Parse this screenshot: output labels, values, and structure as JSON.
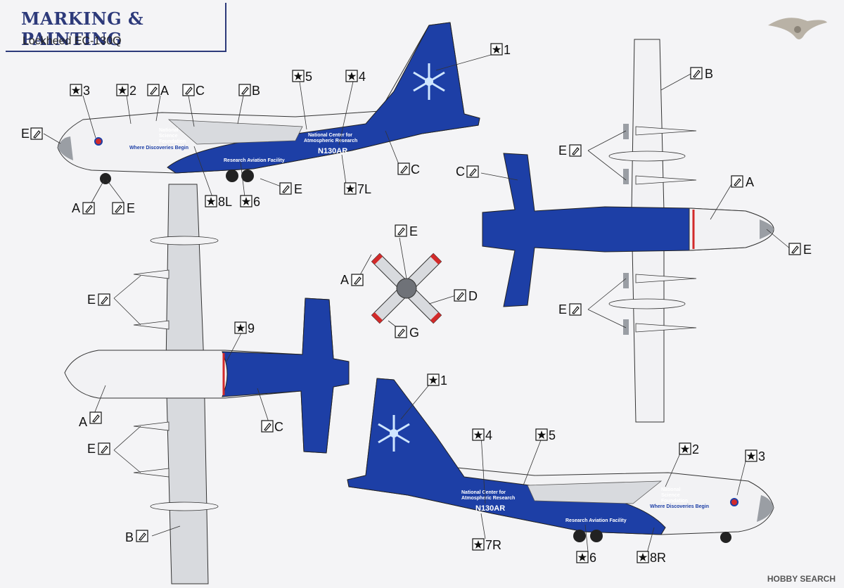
{
  "sheet": {
    "title": "MARKING & PAINTING",
    "subtitle": "Lockheed EC-130Q",
    "watermark": "HOBBY SEARCH"
  },
  "colors": {
    "blue": "#1d3fa6",
    "white": "#f2f2f4",
    "gray": "#9a9ea4",
    "red": "#d22a2a"
  },
  "decals": {
    "nsf_line1": "National",
    "nsf_line2": "Science",
    "nsf_line3": "Foundation",
    "nsf_slogan": "Where Discoveries Begin",
    "ncar_line1": "National Center for",
    "ncar_line2": "Atmospheric Research",
    "registration": "N130AR",
    "raf": "Research Aviation Facility"
  },
  "callouts": {
    "decal_1": "1",
    "decal_2": "2",
    "decal_3": "3",
    "decal_4": "4",
    "decal_5": "5",
    "decal_6": "6",
    "decal_7l": "7L",
    "decal_7r": "7R",
    "decal_8l": "8L",
    "decal_8r": "8R",
    "decal_9": "9",
    "paint_a": "A",
    "paint_b": "B",
    "paint_c": "C",
    "paint_d": "D",
    "paint_e": "E",
    "paint_g": "G"
  }
}
